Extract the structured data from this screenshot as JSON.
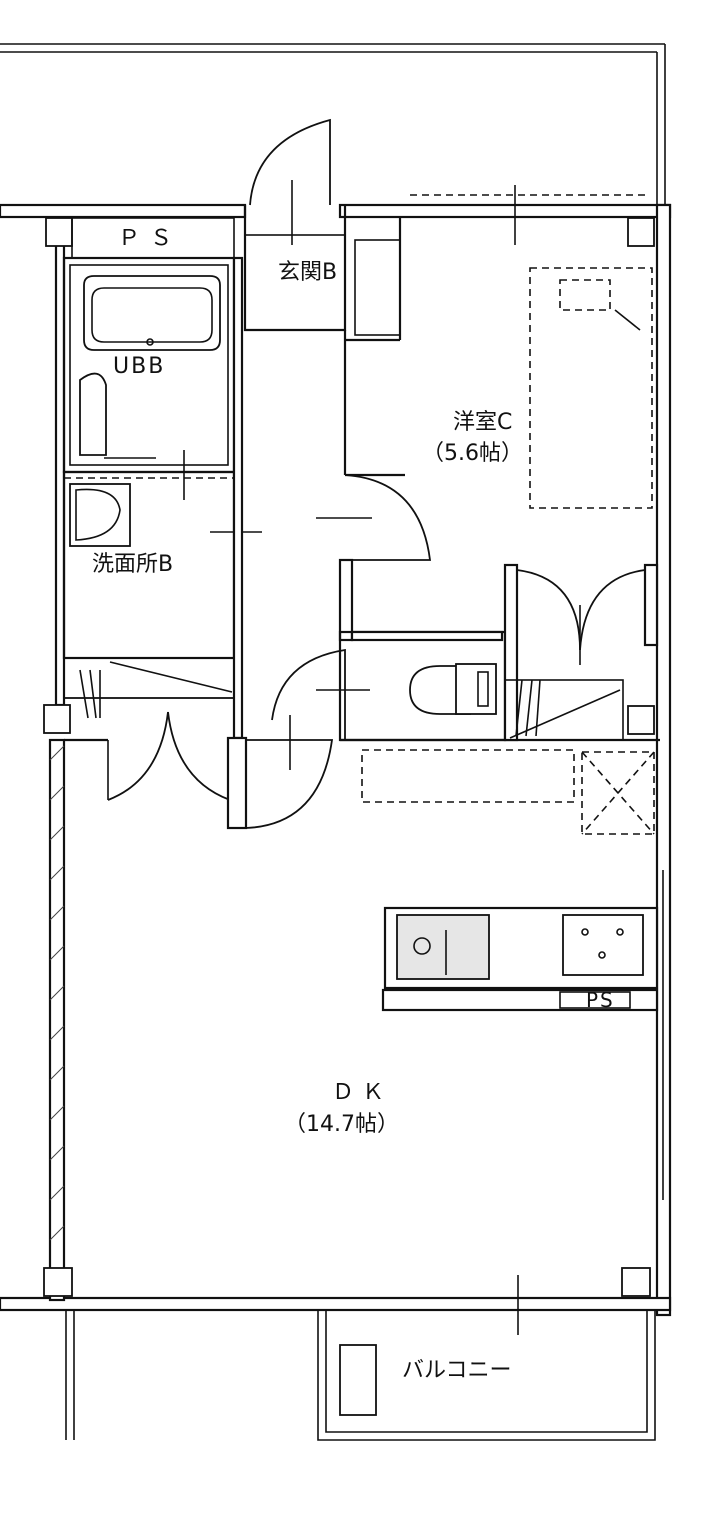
{
  "rooms": {
    "ps_top": "ＰＳ",
    "genkan": "玄関B",
    "ubb": "UBB",
    "yoshitsu_name": "洋室C",
    "yoshitsu_size": "（5.6帖）",
    "senmen": "洗面所B",
    "dk_name": "ＤＫ",
    "dk_size": "（14.7帖）",
    "ps_kitchen": "PS",
    "balcony": "バルコニー"
  },
  "colors": {
    "line": "#111111",
    "background": "#ffffff",
    "fixture_fill": "#e6e6e6"
  }
}
